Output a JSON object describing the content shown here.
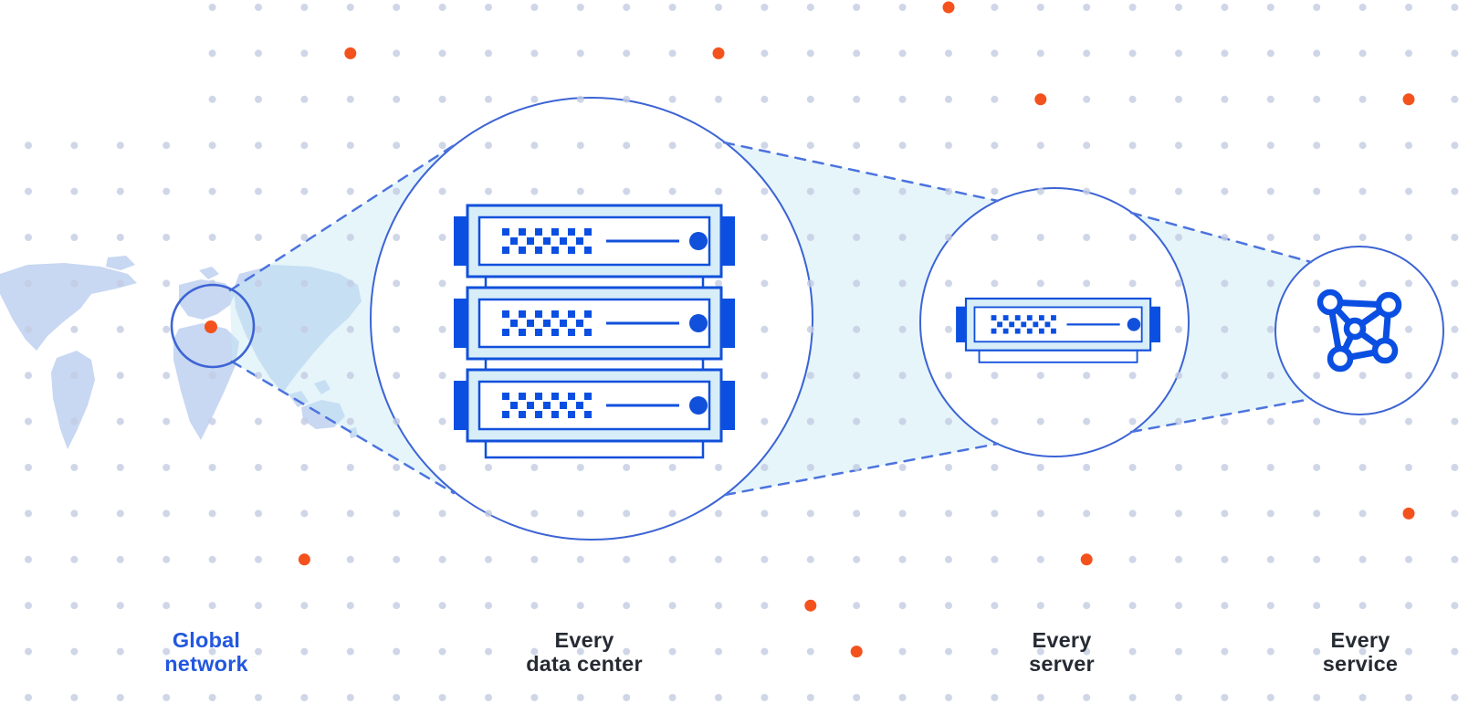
{
  "diagram": {
    "title": "Global network zoom sequence",
    "labels": [
      {
        "id": "global-network",
        "line1": "Global",
        "line2": "network",
        "emphasis": "accent-blue"
      },
      {
        "id": "every-data-center",
        "line1": "Every",
        "line2": "data center",
        "emphasis": "default"
      },
      {
        "id": "every-server",
        "line1": "Every",
        "line2": "server",
        "emphasis": "default"
      },
      {
        "id": "every-service",
        "line1": "Every",
        "line2": "service",
        "emphasis": "default"
      }
    ],
    "icons": [
      {
        "name": "world-map",
        "meaning": "global network map"
      },
      {
        "name": "server-rack-stack",
        "meaning": "data center (3 rack servers)"
      },
      {
        "name": "single-server",
        "meaning": "one server"
      },
      {
        "name": "network-mesh-icon",
        "meaning": "service mesh of connected nodes"
      }
    ]
  },
  "colors": {
    "bg": "#ffffff",
    "accent_blue": "#2257DE",
    "stroke_blue": "#1150DB",
    "deep_blue": "#0A4FE1",
    "circle_blue": "#3C64D4",
    "dash_blue": "#4C73DE",
    "light_cyan": "#D7EEF9",
    "beam_tint": "rgba(198,232,244,0.45)",
    "map_blue": "#C8D7F2",
    "grid_dot": "#C3CCE1",
    "orange": "#F4521D",
    "text_dark": "#262B33"
  },
  "decoration": {
    "orange_dots_grid_positions": [
      [
        20,
        0
      ],
      [
        7,
        1
      ],
      [
        15,
        1
      ],
      [
        22,
        2
      ],
      [
        30,
        2
      ],
      [
        30,
        11
      ],
      [
        6,
        12
      ],
      [
        23,
        12
      ],
      [
        17,
        13
      ],
      [
        18,
        14
      ]
    ]
  }
}
